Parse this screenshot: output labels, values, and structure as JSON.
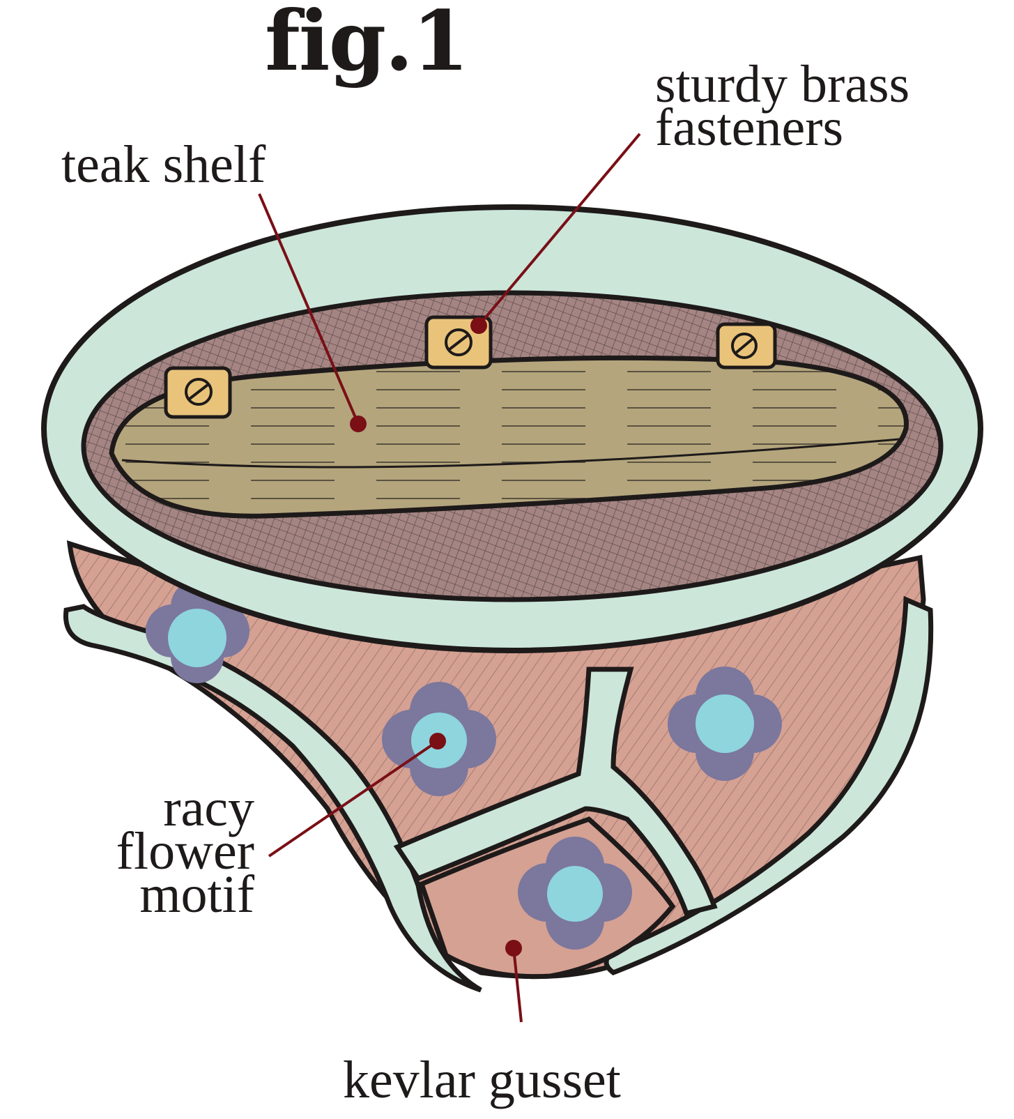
{
  "figure": {
    "title": "fig.1"
  },
  "callouts": {
    "teak_shelf": {
      "lines": [
        "teak shelf"
      ]
    },
    "brass_fasteners": {
      "lines": [
        "sturdy brass",
        "fasteners"
      ]
    },
    "flower_motif": {
      "lines": [
        "racy",
        "flower",
        "motif"
      ]
    },
    "kevlar_gusset": {
      "lines": [
        "kevlar gusset"
      ]
    }
  },
  "colors": {
    "outline": "#1e1a1a",
    "band": "#cce6da",
    "fabric": "#d5a193",
    "fabric_dark": "#a58583",
    "wood": "#b4a57c",
    "brass": "#eac37a",
    "flower_petal": "#7b779d",
    "flower_center": "#8ed5de",
    "leader_line": "#7a0f16"
  }
}
